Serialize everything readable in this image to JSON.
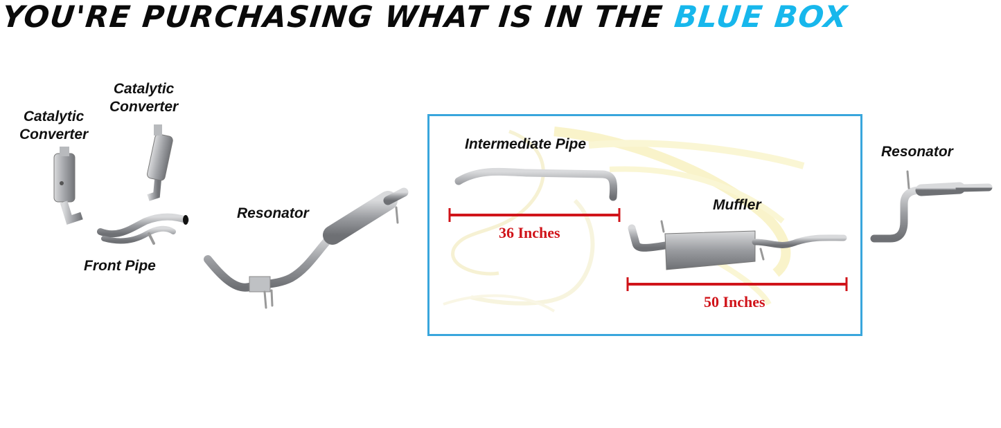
{
  "headline": {
    "prefix": "YOU'RE PURCHASING WHAT IS IN THE ",
    "accent": "BLUE BOX",
    "accent_color": "#17b7ec"
  },
  "labels": {
    "cat_converter_left": [
      "Catalytic",
      "Converter"
    ],
    "cat_converter_right": [
      "Catalytic",
      "Converter"
    ],
    "front_pipe": "Front Pipe",
    "resonator_front": "Resonator",
    "intermediate_pipe": "Intermediate Pipe",
    "muffler": "Muffler",
    "resonator_rear": "Resonator"
  },
  "dimensions": {
    "intermediate_length": "36 Inches",
    "muffler_length": "50 Inches",
    "color": "#d0141a"
  },
  "box": {
    "color": "#39a6dc"
  }
}
